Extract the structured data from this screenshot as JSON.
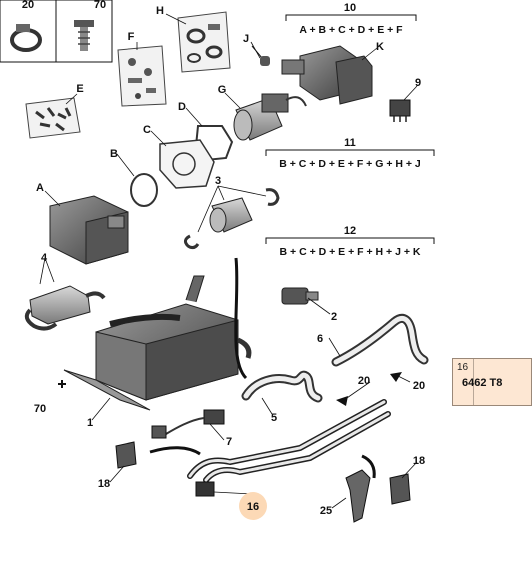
{
  "callouts": {
    "20": "20",
    "70": "70",
    "H": "H",
    "F": "F",
    "J": "J",
    "K": "K",
    "E": "E",
    "9": "9",
    "G": "G",
    "D": "D",
    "C": "C",
    "B": "B",
    "A": "A",
    "3": "3",
    "4": "4",
    "2": "2",
    "6": "6",
    "1": "1",
    "5": "5",
    "7": "7",
    "18": "18",
    "25": "25",
    "16": "16"
  },
  "groups": {
    "g10": {
      "number": "10",
      "formula": "A + B + C + D + E + F"
    },
    "g11": {
      "number": "11",
      "formula": "B + C + D + E + F + G + H + J"
    },
    "g12": {
      "number": "12",
      "formula": "B + C + D + E + F + H + J + K"
    }
  },
  "part_panel": {
    "index": "16",
    "part_code": "6462 T8"
  },
  "colors": {
    "highlight": "#fcd9b6",
    "panel": "#fde7d3",
    "line": "#111111"
  }
}
